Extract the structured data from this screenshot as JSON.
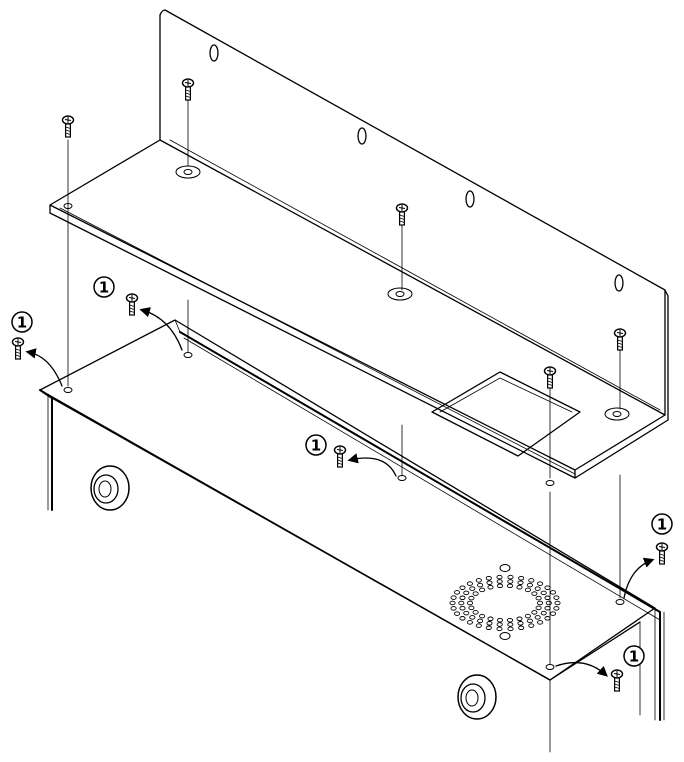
{
  "diagram": {
    "step_marker": "1",
    "stroke_color": "#000000",
    "fill_color": "#ffffff",
    "callouts": [
      {
        "id": "c1",
        "text": "1"
      },
      {
        "id": "c2",
        "text": "1"
      },
      {
        "id": "c3",
        "text": "1"
      },
      {
        "id": "c4",
        "text": "1"
      },
      {
        "id": "c5",
        "text": "1"
      }
    ]
  }
}
